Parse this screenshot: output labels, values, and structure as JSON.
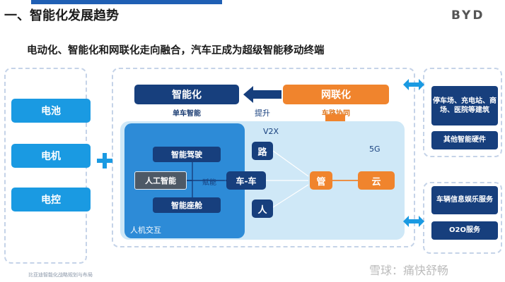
{
  "header": {
    "title": "一、智能化发展趋势",
    "logo_text": "BYD",
    "subtitle": "电动化、智能化和网联化走向融合，汽车正成为超级智能移动终端"
  },
  "left": {
    "items": [
      "电池",
      "电机",
      "电控"
    ]
  },
  "top_row": {
    "intelligent": {
      "label": "智能化",
      "caption": "单车智能"
    },
    "connected": {
      "label": "网联化",
      "caption": "车路协同"
    },
    "arrow_label": "提升"
  },
  "center": {
    "v2x": "V2X",
    "fiveg": "5G",
    "hmi": "人机交互",
    "smart_drive": "智能驾驶",
    "smart_cabin": "智能座舱",
    "ai": "人工智能",
    "enable": "赋能",
    "road": "路",
    "v2v": "车-车",
    "person": "人",
    "pipe": "管",
    "cloud": "云"
  },
  "right": {
    "top": [
      "停车场、充电站、商场、医院等建筑",
      "其他智能硬件"
    ],
    "bottom": [
      "车辆信息娱乐服务",
      "O2O服务"
    ]
  },
  "footer": {
    "source": "比亚迪智能化战略规划与布局",
    "watermark": "雪球：痛快舒畅"
  },
  "colors": {
    "navy": "#173f7d",
    "sky": "#1a9ae2",
    "orange": "#f0842d",
    "light_blue": "#cfe8f7",
    "mid_blue": "#2d8bd7"
  }
}
